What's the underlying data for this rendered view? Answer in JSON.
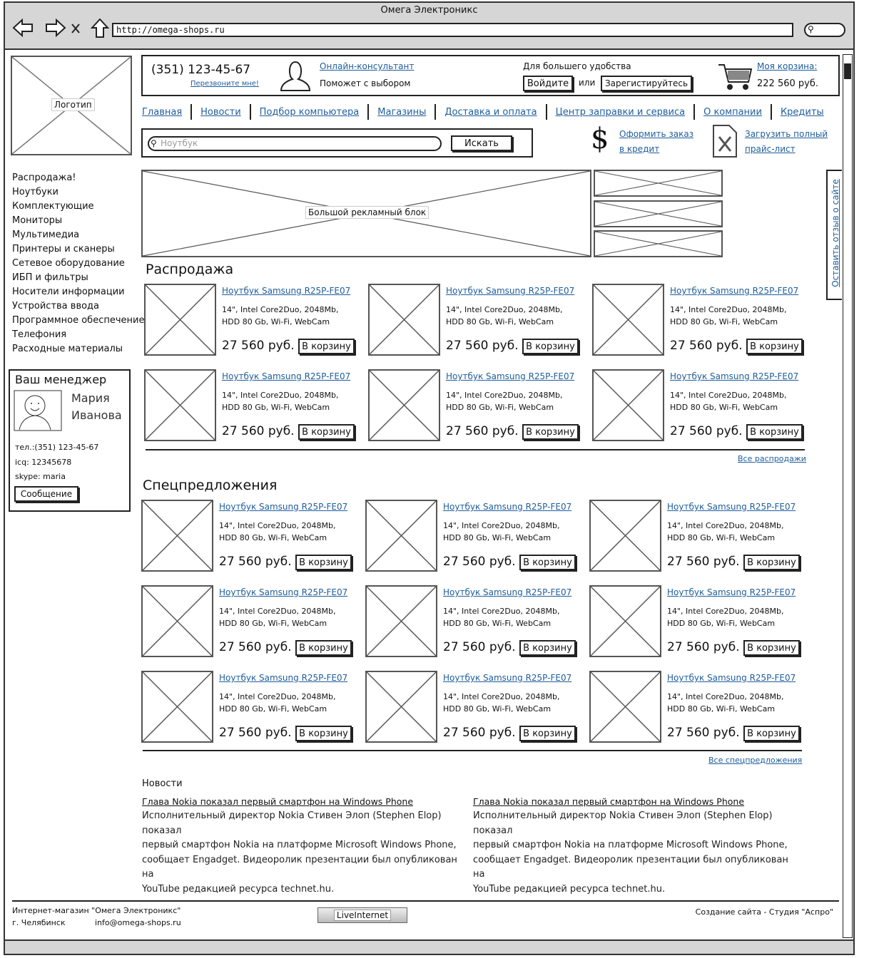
{
  "browser": {
    "title": "Омега Электроникс",
    "url": "http://omega-shops.ru",
    "icons": [
      "back-arrow-icon",
      "forward-arrow-icon",
      "close-icon",
      "home-icon",
      "search-icon"
    ]
  },
  "header": {
    "logo_label": "Логотип",
    "phone": "(351) 123-45-67",
    "callback": "Перезвоните мне!",
    "consultant_link": "Онлайн-консультант",
    "consultant_text": "Поможет с выбором",
    "auth_hint": "Для большего удобства",
    "login": "Войдите",
    "or": "или",
    "register": "Зарегистируйтесь",
    "cart_link": "Моя корзина:",
    "cart_total": "222 560 руб."
  },
  "nav": [
    "Главная",
    "Новости",
    "Подбор компьютера",
    "Магазины",
    "Доставка и оплата",
    "Центр заправки и сервиса",
    "О компании",
    "Кредиты"
  ],
  "search": {
    "placeholder": "Ноутбук",
    "button": "Искать"
  },
  "credit": {
    "line1": "Оформить заказ",
    "line2": "в кредит"
  },
  "pricelist": {
    "line1": "Загрузить полный",
    "line2": "прайс-лист"
  },
  "categories": [
    "Распродажа!",
    "Ноутбуки",
    "Комплектующие",
    "Мониторы",
    "Мультимедиа",
    "Принтеры и сканеры",
    "Сетевое оборудование",
    "ИБП и фильтры",
    "Носители информации",
    "Устройства ввода",
    "Программное обеспечение",
    "Телефония",
    "Расходные материалы"
  ],
  "manager": {
    "heading": "Ваш менеджер",
    "first_name": "Мария",
    "last_name": "Иванова",
    "phone": "тел.:(351) 123-45-67",
    "icq": "icq: 12345678",
    "skype": "skype: maria",
    "message_button": "Сообщение"
  },
  "banner": {
    "label": "Большой рекламный блок"
  },
  "feedback_tab": "Оставить отзыв о сайте",
  "sale": {
    "heading": "Распродажа",
    "all_link": "Все распродажи",
    "products": [
      {
        "title": "Ноутбук Samsung R25P-FE07",
        "spec1": "14\", Intel Core2Duo, 2048Mb,",
        "spec2": "HDD 80 Gb, Wi-Fi, WebCam",
        "price": "27 560 руб.",
        "button": "В корзину"
      },
      {
        "title": "Ноутбук Samsung R25P-FE07",
        "spec1": "14\", Intel Core2Duo, 2048Mb,",
        "spec2": "HDD 80 Gb, Wi-Fi, WebCam",
        "price": "27 560 руб.",
        "button": "В корзину"
      },
      {
        "title": "Ноутбук Samsung R25P-FE07",
        "spec1": "14\", Intel Core2Duo, 2048Mb,",
        "spec2": "HDD 80 Gb, Wi-Fi, WebCam",
        "price": "27 560 руб.",
        "button": "В корзину"
      },
      {
        "title": "Ноутбук Samsung R25P-FE07",
        "spec1": "14\", Intel Core2Duo, 2048Mb,",
        "spec2": "HDD 80 Gb, Wi-Fi, WebCam",
        "price": "27 560 руб.",
        "button": "В корзину"
      },
      {
        "title": "Ноутбук Samsung R25P-FE07",
        "spec1": "14\", Intel Core2Duo, 2048Mb,",
        "spec2": "HDD 80 Gb, Wi-Fi, WebCam",
        "price": "27 560 руб.",
        "button": "В корзину"
      },
      {
        "title": "Ноутбук Samsung R25P-FE07",
        "spec1": "14\", Intel Core2Duo, 2048Mb,",
        "spec2": "HDD 80 Gb, Wi-Fi, WebCam",
        "price": "27 560 руб.",
        "button": "В корзину"
      }
    ]
  },
  "special": {
    "heading": "Спецпредложения",
    "all_link": "Все спецпредложения",
    "products": [
      {
        "title": "Ноутбук Samsung R25P-FE07",
        "spec1": "14\", Intel Core2Duo, 2048Mb,",
        "spec2": "HDD 80 Gb, Wi-Fi, WebCam",
        "price": "27 560 руб.",
        "button": "В корзину"
      },
      {
        "title": "Ноутбук Samsung R25P-FE07",
        "spec1": "14\", Intel Core2Duo, 2048Mb,",
        "spec2": "HDD 80 Gb, Wi-Fi, WebCam",
        "price": "27 560 руб.",
        "button": "В корзину"
      },
      {
        "title": "Ноутбук Samsung R25P-FE07",
        "spec1": "14\", Intel Core2Duo, 2048Mb,",
        "spec2": "HDD 80 Gb, Wi-Fi, WebCam",
        "price": "27 560 руб.",
        "button": "В корзину"
      },
      {
        "title": "Ноутбук Samsung R25P-FE07",
        "spec1": "14\", Intel Core2Duo, 2048Mb,",
        "spec2": "HDD 80 Gb, Wi-Fi, WebCam",
        "price": "27 560 руб.",
        "button": "В корзину"
      },
      {
        "title": "Ноутбук Samsung R25P-FE07",
        "spec1": "14\", Intel Core2Duo, 2048Mb,",
        "spec2": "HDD 80 Gb, Wi-Fi, WebCam",
        "price": "27 560 руб.",
        "button": "В корзину"
      },
      {
        "title": "Ноутбук Samsung R25P-FE07",
        "spec1": "14\", Intel Core2Duo, 2048Mb,",
        "spec2": "HDD 80 Gb, Wi-Fi, WebCam",
        "price": "27 560 руб.",
        "button": "В корзину"
      },
      {
        "title": "Ноутбук Samsung R25P-FE07",
        "spec1": "14\", Intel Core2Duo, 2048Mb,",
        "spec2": "HDD 80 Gb, Wi-Fi, WebCam",
        "price": "27 560 руб.",
        "button": "В корзину"
      },
      {
        "title": "Ноутбук Samsung R25P-FE07",
        "spec1": "14\", Intel Core2Duo, 2048Mb,",
        "spec2": "HDD 80 Gb, Wi-Fi, WebCam",
        "price": "27 560 руб.",
        "button": "В корзину"
      },
      {
        "title": "Ноутбук Samsung R25P-FE07",
        "spec1": "14\", Intel Core2Duo, 2048Mb,",
        "spec2": "HDD 80 Gb, Wi-Fi, WebCam",
        "price": "27 560 руб.",
        "button": "В корзину"
      }
    ]
  },
  "news": {
    "heading": "Новости",
    "items": [
      {
        "title": "Глава Nokia показал первый смартфон на Windows Phone",
        "lines": [
          "Исполнительный директор Nokia Стивен Элоп (Stephen Elop) показал",
          "первый смартфон Nokia на платформе Microsoft Windows Phone,",
          "сообщает Engadget. Видеоролик презентации был опубликован на",
          "YouTube редакцией ресурса technet.hu."
        ]
      },
      {
        "title": "Глава Nokia показал первый смартфон на Windows Phone",
        "lines": [
          "Исполнительный директор Nokia Стивен Элоп (Stephen Elop) показал",
          "первый смартфон Nokia на платформе Microsoft Windows Phone,",
          "сообщает Engadget. Видеоролик презентации был опубликован на",
          "YouTube редакцией ресурса technet.hu."
        ]
      }
    ]
  },
  "footer": {
    "shop": "Интернет-магазин \"Омега Электроникс\"",
    "city": "г. Челябинск",
    "email": "info@omega-shops.ru",
    "counter": "LiveInternet",
    "credits": "Создание сайта - Студия \"Аспро\""
  },
  "colors": {
    "link": "#1f5d9c",
    "chrome": "#d6d6d6",
    "border": "#222222"
  }
}
